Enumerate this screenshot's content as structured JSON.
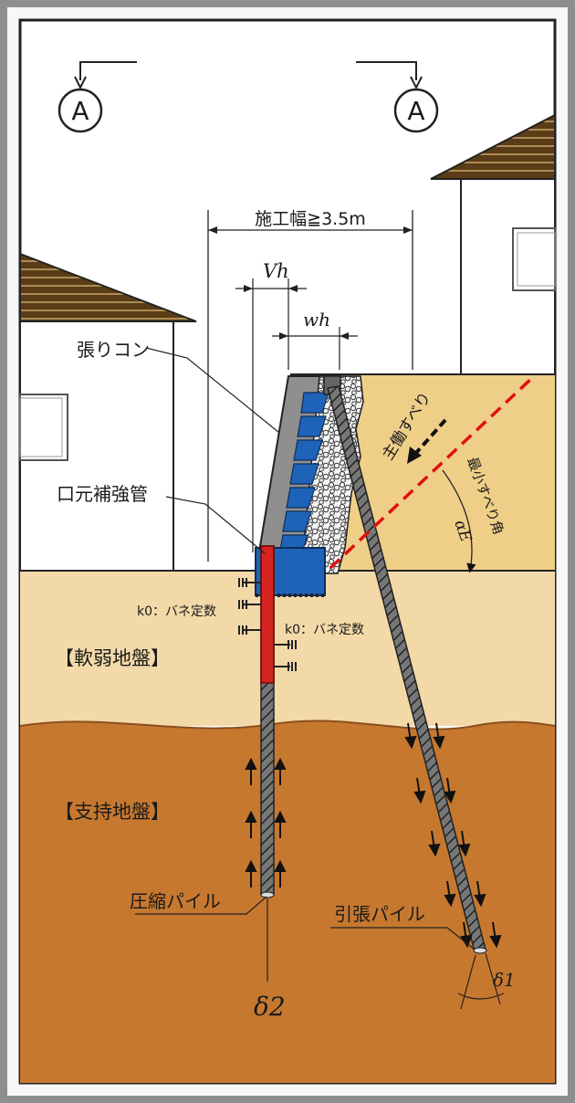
{
  "section_marker": "A",
  "labels": {
    "construction_width": "施工幅≧3.5m",
    "vh": "Vh",
    "wh": "wh",
    "facing_concrete": "張りコン",
    "mouth_reinforcement": "口元補強管",
    "active_slip": "主働すべり",
    "min_slip_angle": "最小すべり角",
    "alpha_e": "αE",
    "k0_spring_1": "k0：バネ定数",
    "k0_spring_2": "k0：バネ定数",
    "soft_ground": "【軟弱地盤】",
    "bearing_ground": "【支持地盤】",
    "compression_pile": "圧縮パイル",
    "tension_pile": "引張パイル",
    "delta_2": "δ2",
    "delta_1": "δ1"
  },
  "colors": {
    "frame": "#9a9a9a",
    "sky": "#ffffff",
    "soft_ground": "#f3d9a8",
    "backfill": "#efcf88",
    "bearing_ground": "#c7782f",
    "concrete": "#8f8f8f",
    "block_blue": "#1f63b8",
    "reinforcement_red": "#d3241f",
    "slip_line_red": "#e01010",
    "roof_brown": "#5a3d16"
  }
}
